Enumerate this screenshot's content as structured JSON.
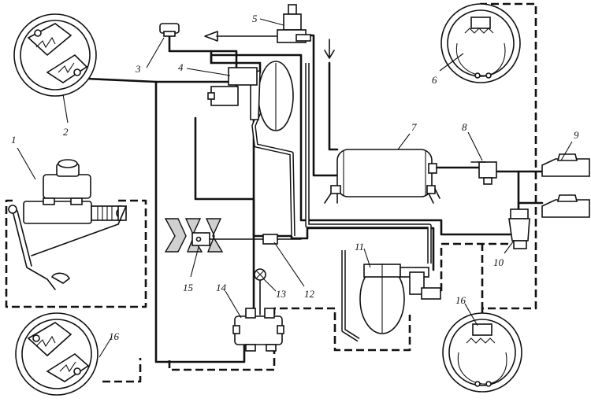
{
  "callouts": {
    "n1": "1",
    "n2": "2",
    "n3": "3",
    "n4": "4",
    "n5": "5",
    "n6": "6",
    "n7": "7",
    "n8": "8",
    "n9": "9",
    "n10": "10",
    "n11": "11",
    "n12": "12",
    "n13": "13",
    "n14": "14",
    "n15": "15",
    "n16a": "16",
    "n16b": "16"
  }
}
